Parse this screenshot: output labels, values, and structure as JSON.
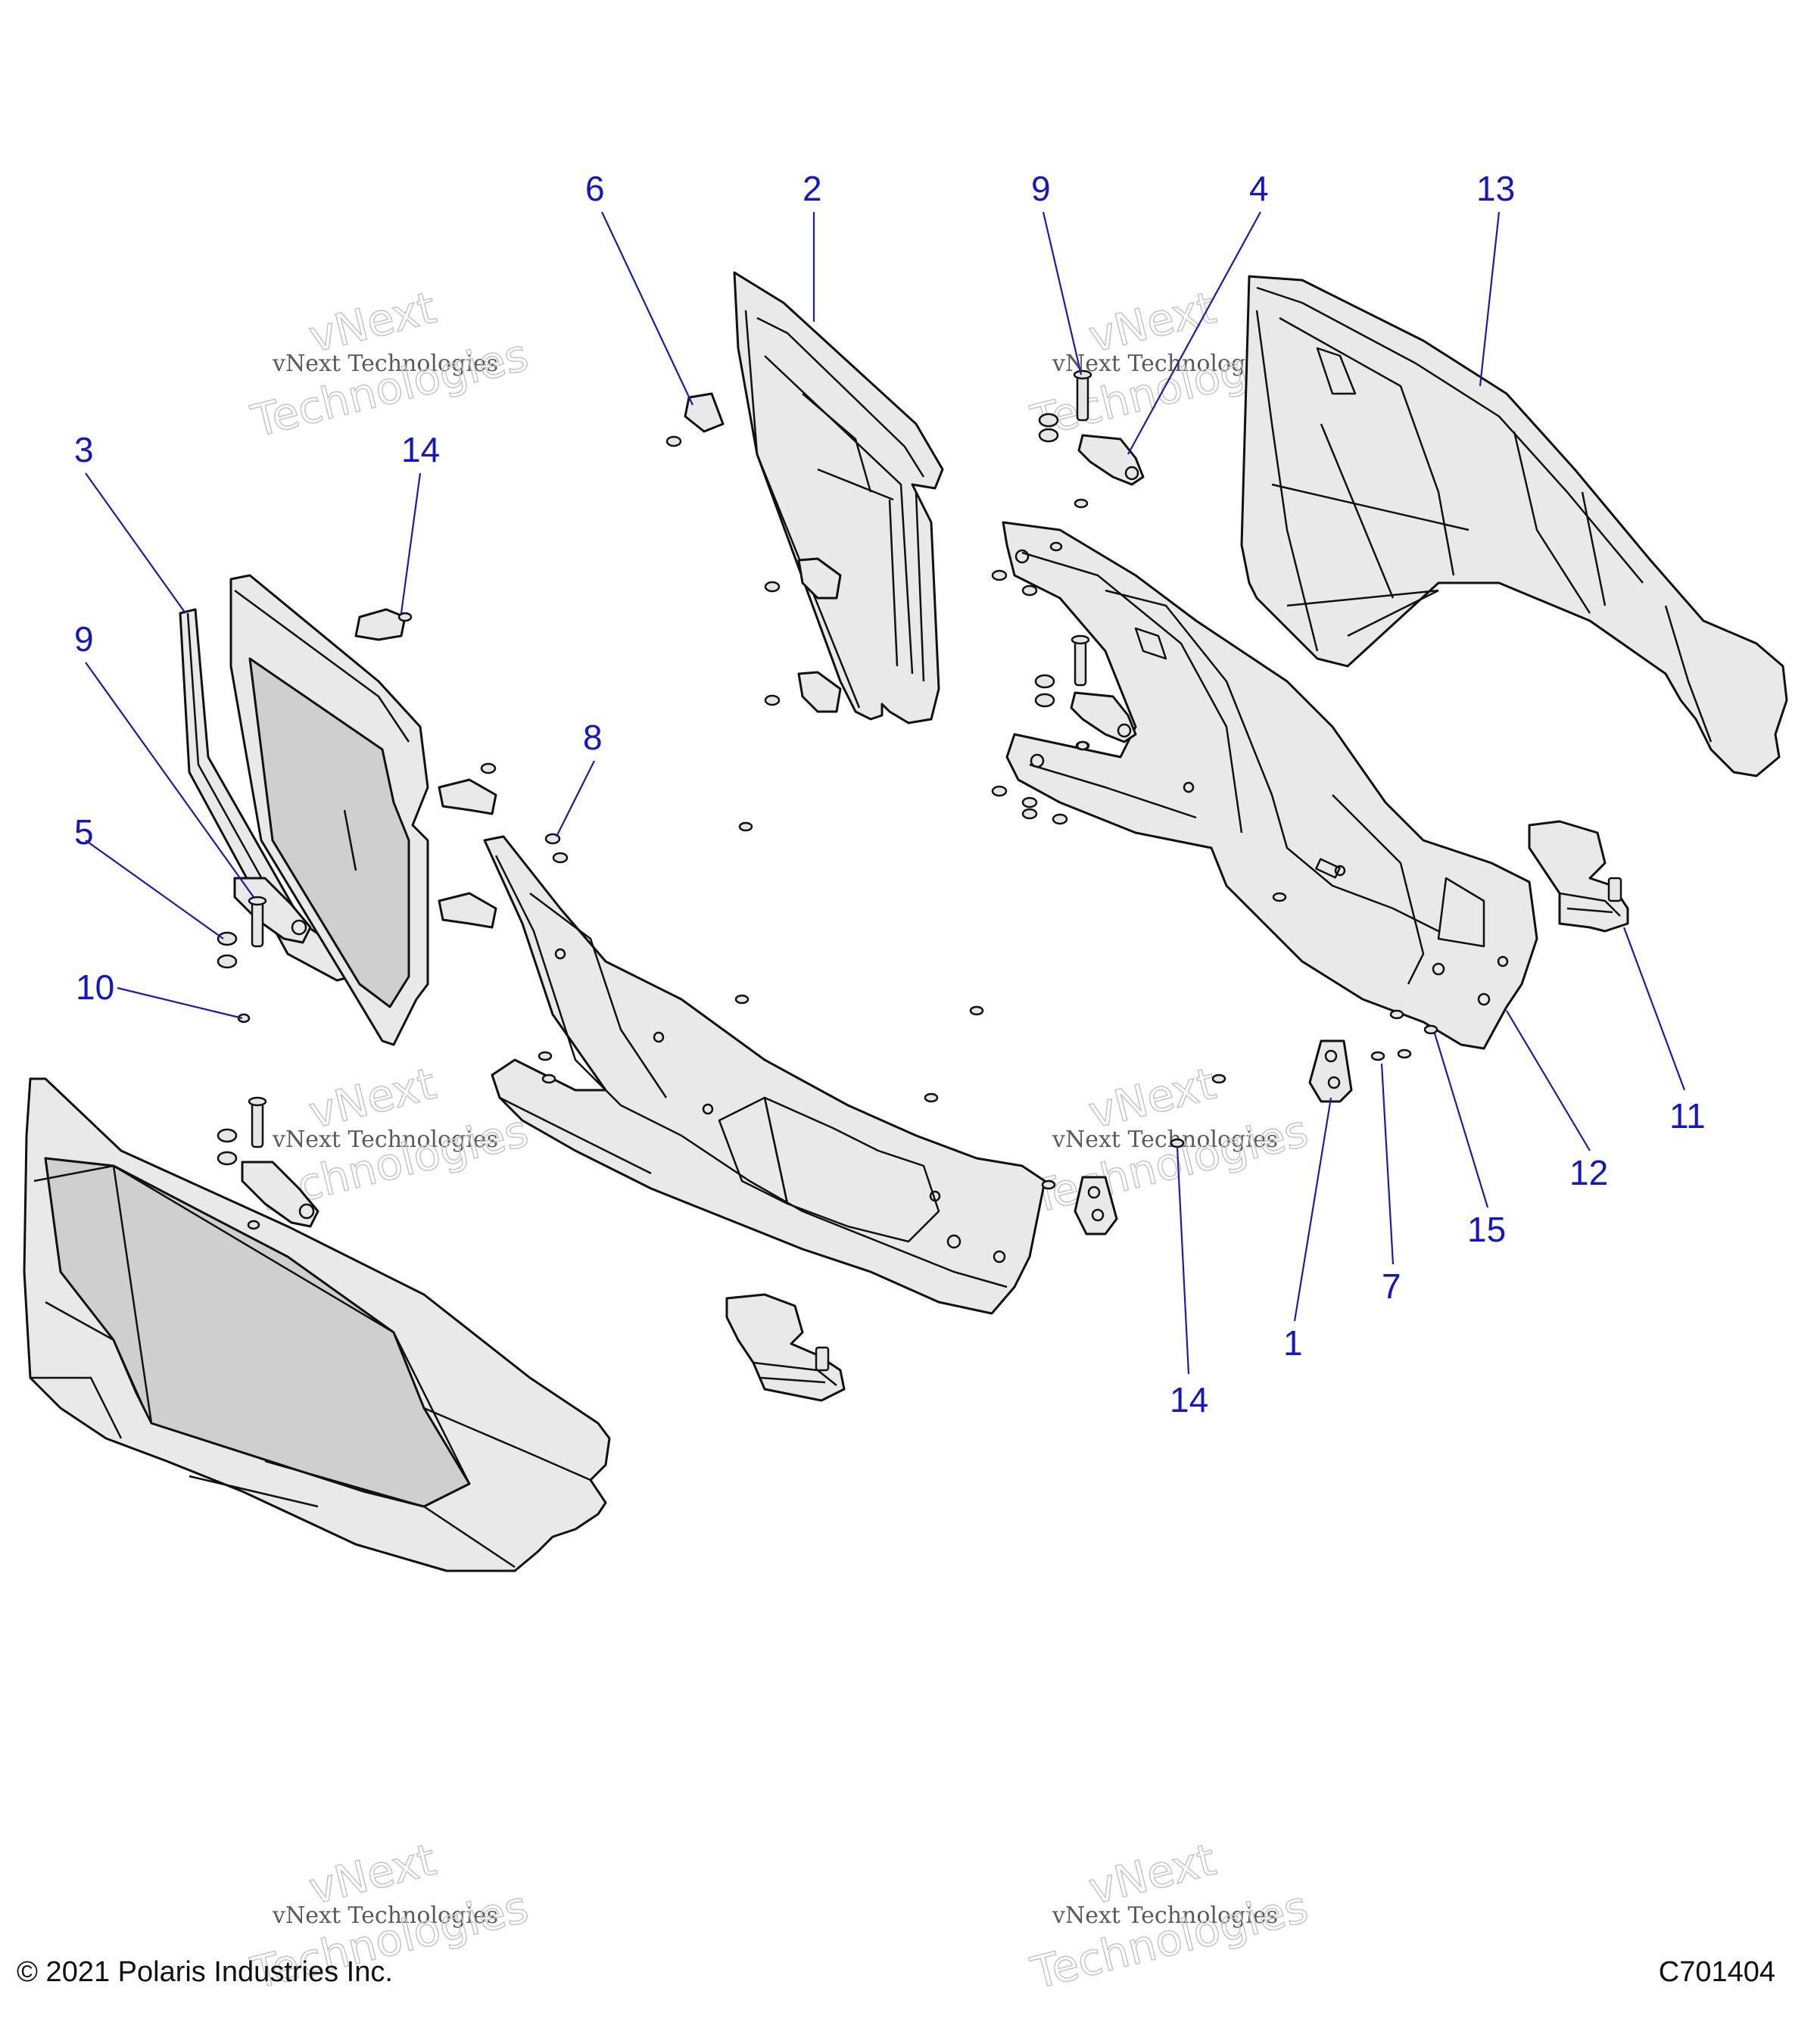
{
  "callouts": [
    {
      "label": "6"
    },
    {
      "label": "2"
    },
    {
      "label": "9"
    },
    {
      "label": "4"
    },
    {
      "label": "13"
    },
    {
      "label": "3"
    },
    {
      "label": "14"
    },
    {
      "label": "9"
    },
    {
      "label": "8"
    },
    {
      "label": "5"
    },
    {
      "label": "10"
    },
    {
      "label": "11"
    },
    {
      "label": "12"
    },
    {
      "label": "15"
    },
    {
      "label": "7"
    },
    {
      "label": "1"
    },
    {
      "label": "14"
    }
  ],
  "watermark": {
    "line1": "vNext",
    "line2": "vNext Technologies",
    "line3": "Technologies"
  },
  "footer": {
    "copyright": "© 2021 Polaris Industries Inc.",
    "figure_code": "C701404"
  }
}
